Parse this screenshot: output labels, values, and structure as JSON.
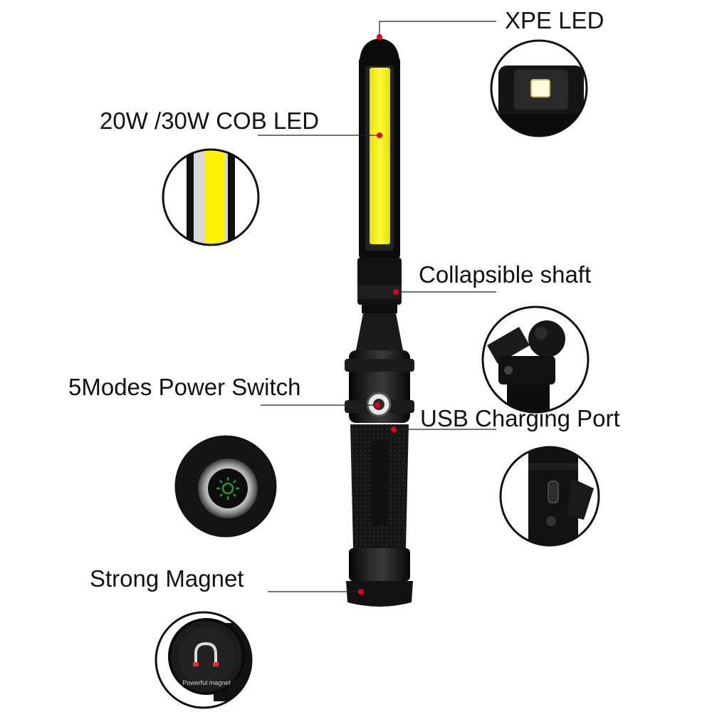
{
  "product": {
    "name": "",
    "colors": {
      "body": "#111111",
      "cob_led": "#fff200",
      "callout_dot": "#e0001b",
      "switch_icon": "#1f9a3c"
    }
  },
  "callouts": {
    "xpe_led": "XPE LED",
    "cob_led": "20W /30W COB LED",
    "collapsible_shaft": "Collapsible shaft",
    "power_switch": "5Modes Power Switch",
    "usb_port": "USB Charging Port",
    "magnet": "Strong Magnet"
  },
  "detail_insets": [
    {
      "id": "xpe-led-closeup",
      "icon": "led-head"
    },
    {
      "id": "cob-led-closeup",
      "icon": "cob-strip"
    },
    {
      "id": "shaft-joint-closeup",
      "icon": "ball-joint"
    },
    {
      "id": "switch-closeup",
      "icon": "power-button"
    },
    {
      "id": "usb-port-closeup",
      "icon": "usb-port"
    },
    {
      "id": "magnet-closeup",
      "icon": "magnet-base"
    }
  ],
  "magnet_cap_text": "Powerful magnet"
}
